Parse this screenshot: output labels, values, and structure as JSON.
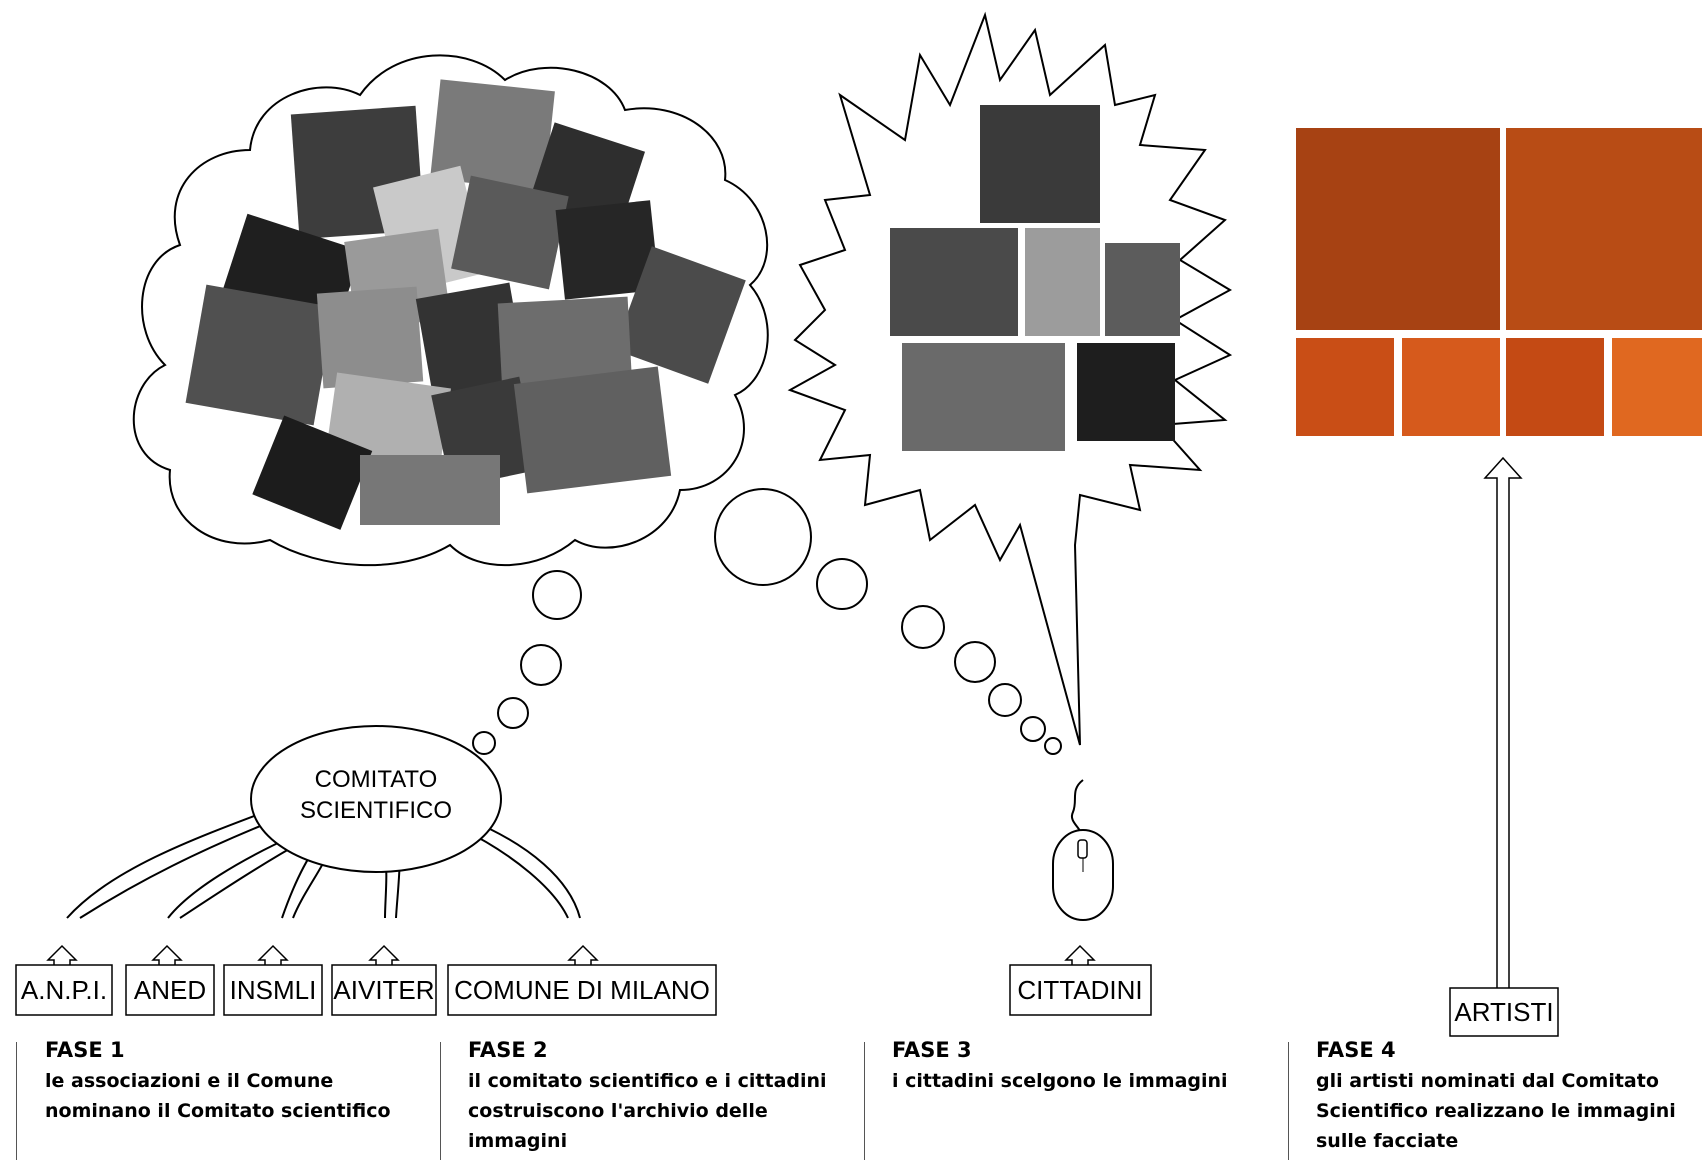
{
  "bubble": {
    "line1": "COMITATO",
    "line2": "SCIENTIFICO"
  },
  "boxes": {
    "anpi": "A.N.P.I.",
    "aned": "ANED",
    "insmli": "INSMLI",
    "aiviter": "AIVITER",
    "comune": "COMUNE DI MILANO",
    "cittadini": "CITTADINI",
    "artisti": "ARTISTI"
  },
  "phases": [
    {
      "title": "FASE 1",
      "desc": [
        "le associazioni e il Comune",
        "nominano il Comitato scientifico"
      ]
    },
    {
      "title": "FASE 2",
      "desc": [
        "il comitato scientifico e i cittadini",
        "costruiscono l'archivio delle",
        "immagini"
      ]
    },
    {
      "title": "FASE 3",
      "desc": [
        "i cittadini scelgono le immagini"
      ]
    },
    {
      "title": "FASE 4",
      "desc": [
        "gli artisti nominati dal Comitato",
        "Scientifico realizzano le immagini",
        "sulle facciate"
      ]
    }
  ],
  "colors": {
    "accent_orange": "#e8601c",
    "photo_dark": "#2a2a2a"
  }
}
